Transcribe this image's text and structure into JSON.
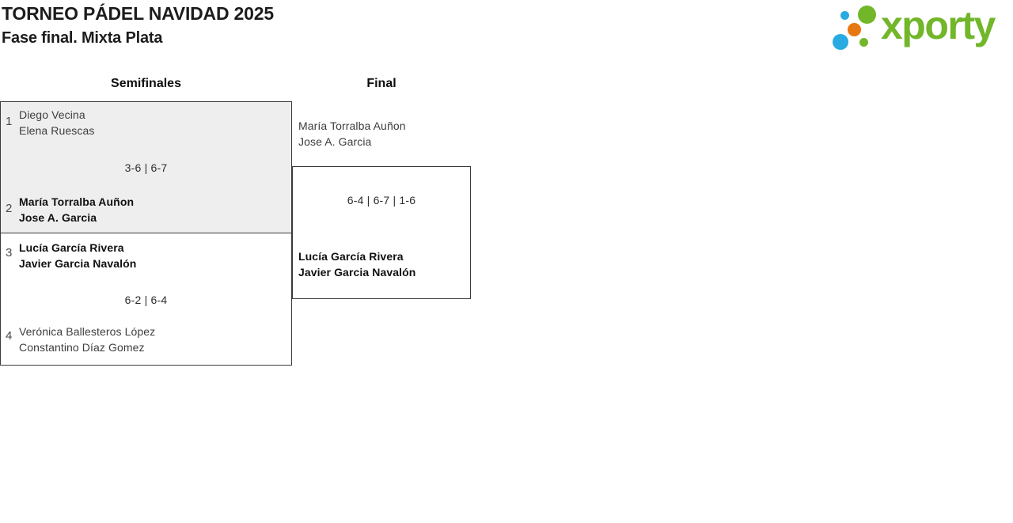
{
  "header": {
    "title": "TORNEO PÁDEL NAVIDAD 2025",
    "subtitle": "Fase final. Mixta Plata"
  },
  "logo": {
    "text": "xporty",
    "colors": {
      "green": "#72b62a",
      "blue": "#29abe2",
      "orange": "#e87611"
    }
  },
  "bracket": {
    "rounds": [
      {
        "label": "Semifinales"
      },
      {
        "label": "Final"
      }
    ],
    "semifinals": [
      {
        "score": "3-6 | 6-7",
        "team1": {
          "seed": "1",
          "players": [
            "Diego Vecina",
            "Elena Ruescas"
          ],
          "winner": false
        },
        "team2": {
          "seed": "2",
          "players": [
            "María Torralba Auñon",
            "Jose A. Garcia"
          ],
          "winner": true
        }
      },
      {
        "score": "6-2 | 6-4",
        "team1": {
          "seed": "3",
          "players": [
            "Lucía García Rivera",
            "Javier Garcia Navalón"
          ],
          "winner": true
        },
        "team2": {
          "seed": "4",
          "players": [
            "Verónica Ballesteros López",
            "Constantino Díaz Gomez"
          ],
          "winner": false
        }
      }
    ],
    "final": {
      "score": "6-4 | 6-7 | 1-6",
      "team1": {
        "players": [
          "María Torralba Auñon",
          "Jose A. Garcia"
        ],
        "winner": false
      },
      "team2": {
        "players": [
          "Lucía García Rivera",
          "Javier Garcia Navalón"
        ],
        "winner": true
      }
    }
  },
  "theme": {
    "border": "#3a3a3a",
    "match_fill_alt": "#eeeeee",
    "text_regular": "#3d3d3d",
    "text_winner": "#101010"
  }
}
